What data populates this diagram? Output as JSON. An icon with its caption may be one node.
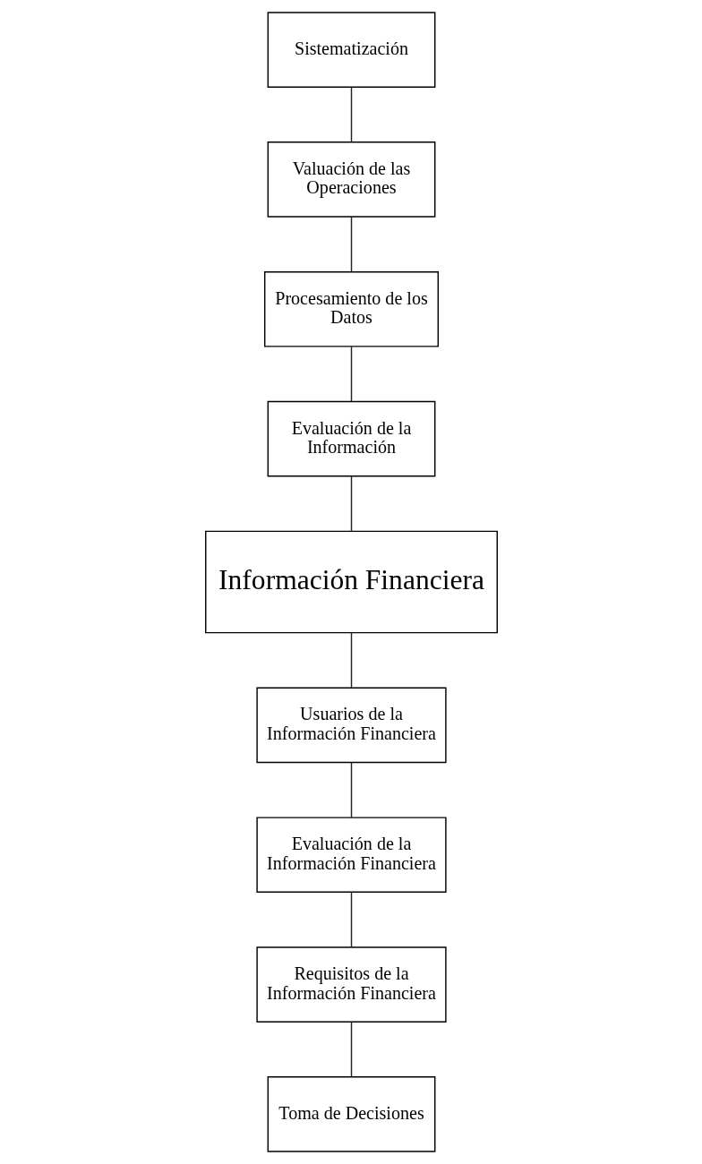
{
  "diagram": {
    "nodes": [
      {
        "text": [
          "Sistematización"
        ]
      },
      {
        "text": [
          "Valuación de las Operaciones"
        ]
      },
      {
        "text": [
          "Procesamiento de los Datos"
        ]
      },
      {
        "text": [
          "Evaluación de la Información"
        ]
      },
      {
        "text": [
          "Información Financiera"
        ]
      },
      {
        "text": [
          "Usuarios de la Información Financiera"
        ]
      },
      {
        "text": [
          "Evaluación de la Información Financiera"
        ]
      },
      {
        "text": [
          "Requisitos de la Información Financiera"
        ]
      },
      {
        "text": [
          "Toma de Decisiones"
        ]
      }
    ],
    "edges": [
      {
        "from": 0,
        "to": 1,
        "arrow": "none"
      },
      {
        "from": 1,
        "to": 2,
        "arrow": "none"
      },
      {
        "from": 2,
        "to": 3,
        "arrow": "none"
      },
      {
        "from": 3,
        "to": 4,
        "arrow": "none"
      },
      {
        "from": 4,
        "to": 5,
        "arrow": "none"
      },
      {
        "from": 5,
        "to": 6,
        "arrow": "none"
      },
      {
        "from": 6,
        "to": 7,
        "arrow": "none"
      },
      {
        "from": 7,
        "to": 8,
        "arrow": "none"
      }
    ]
  }
}
